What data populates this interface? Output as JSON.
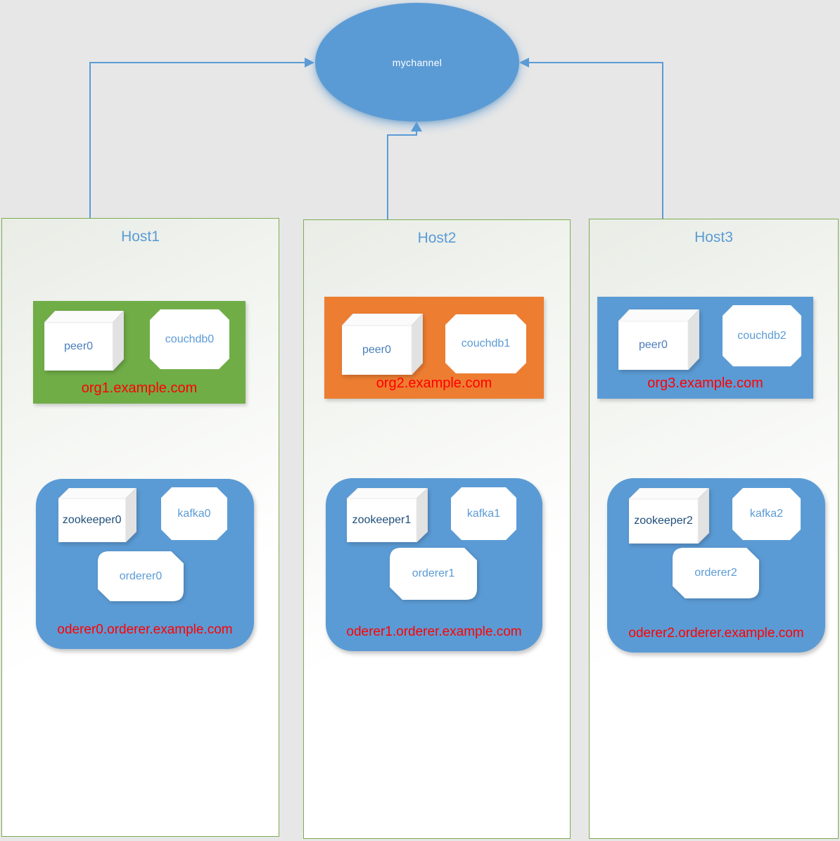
{
  "diagram": {
    "channel": {
      "label": "mychannel"
    },
    "hosts": [
      {
        "title": "Host1",
        "org": {
          "domain": "org1.example.com",
          "peer_label": "peer0",
          "couchdb_label": "couchdb0",
          "fill": "#70AD47"
        },
        "orderer_cluster": {
          "domain": "oderer0.orderer.example.com",
          "zookeeper_label": "zookeeper0",
          "kafka_label": "kafka0",
          "orderer_label": "orderer0",
          "fill": "#5B9BD5"
        }
      },
      {
        "title": "Host2",
        "org": {
          "domain": "org2.example.com",
          "peer_label": "peer0",
          "couchdb_label": "couchdb1",
          "fill": "#ED7D31"
        },
        "orderer_cluster": {
          "domain": "oderer1.orderer.example.com",
          "zookeeper_label": "zookeeper1",
          "kafka_label": "kafka1",
          "orderer_label": "orderer1",
          "fill": "#5B9BD5"
        }
      },
      {
        "title": "Host3",
        "org": {
          "domain": "org3.example.com",
          "peer_label": "peer0",
          "couchdb_label": "couchdb2",
          "fill": "#5B9BD5"
        },
        "orderer_cluster": {
          "domain": "oderer2.orderer.example.com",
          "zookeeper_label": "zookeeper2",
          "kafka_label": "kafka2",
          "orderer_label": "orderer2",
          "fill": "#5B9BD5"
        }
      }
    ],
    "colors": {
      "background": "#E7E7E7",
      "accent_blue": "#5B9BD5",
      "org_green": "#70AD47",
      "org_orange": "#ED7D31",
      "org_blue": "#5B9BD5",
      "domain_text_red": "#FF0000",
      "host_border_green": "#7CAC53",
      "host_title_blue": "#5B9BD5",
      "zookeeper_text_navy": "#1F4E79",
      "node_text_blue": "#5B9BD5",
      "channel_text_white": "#FFFFFF"
    }
  }
}
